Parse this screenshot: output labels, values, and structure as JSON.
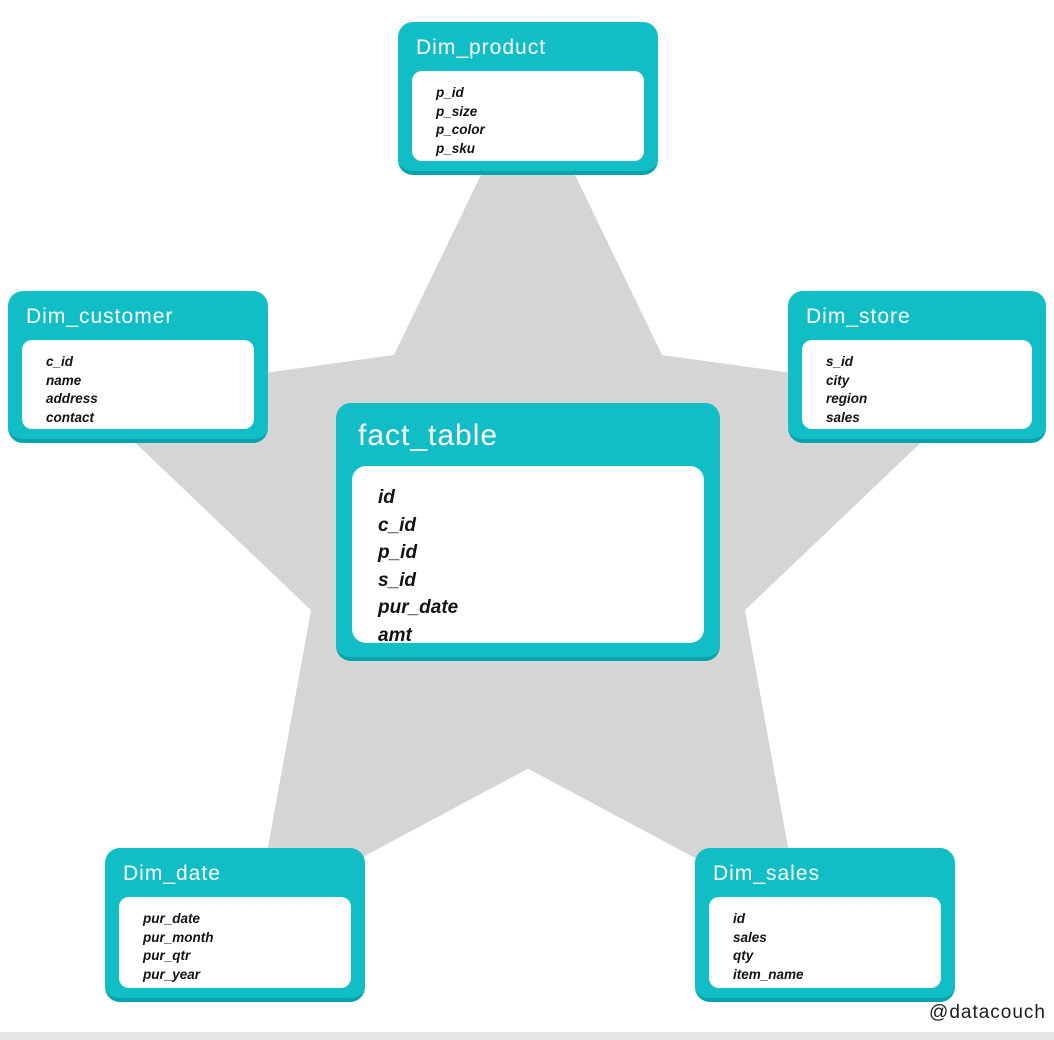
{
  "diagram": {
    "type": "star-schema",
    "watermark": "@datacouch",
    "colors": {
      "accent": "#11bec6",
      "accent_dark": "#05a3ad",
      "star_fill": "#d5d5d5",
      "footer_strip": "#e7e7e9",
      "title_text": "#ffffff",
      "field_text": "#131313"
    },
    "tables": {
      "fact": {
        "title": "fact_table",
        "fields": [
          "id",
          "c_id",
          "p_id",
          "s_id",
          "pur_date",
          "amt"
        ]
      },
      "product": {
        "title": "Dim_product",
        "fields": [
          "p_id",
          "p_size",
          "p_color",
          "p_sku"
        ]
      },
      "customer": {
        "title": "Dim_customer",
        "fields": [
          "c_id",
          "name",
          "address",
          "contact"
        ]
      },
      "store": {
        "title": "Dim_store",
        "fields": [
          "s_id",
          "city",
          "region",
          "sales"
        ]
      },
      "date": {
        "title": "Dim_date",
        "fields": [
          "pur_date",
          "pur_month",
          "pur_qtr",
          "pur_year"
        ]
      },
      "sales": {
        "title": "Dim_sales",
        "fields": [
          "id",
          "sales",
          "qty",
          "item_name"
        ]
      }
    }
  }
}
